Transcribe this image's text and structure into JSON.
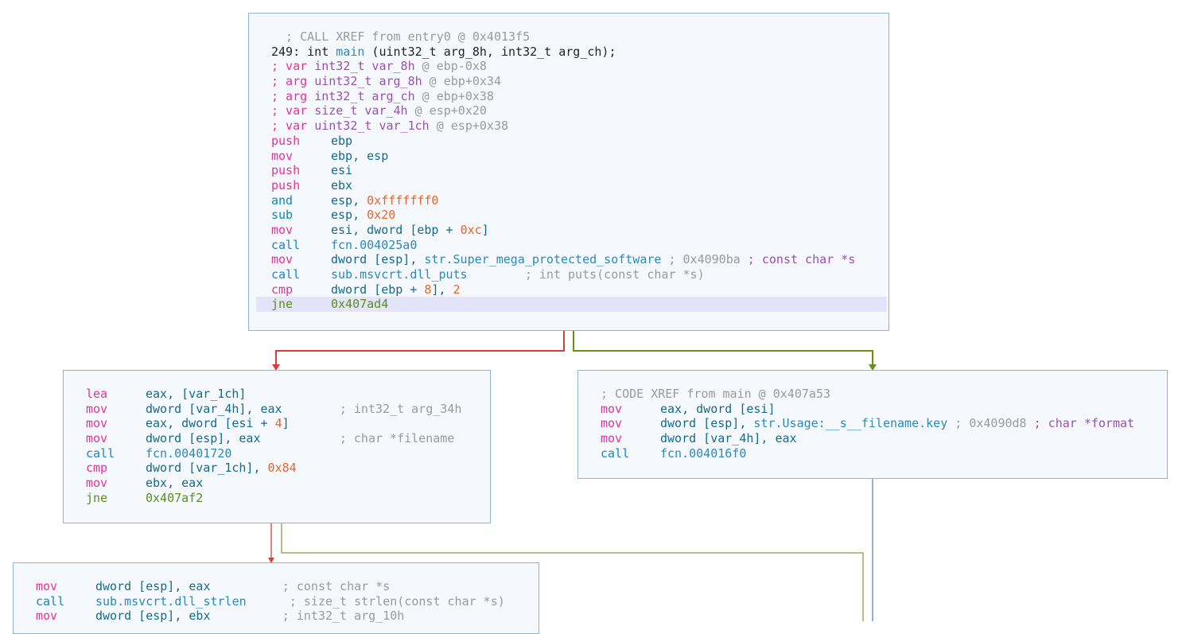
{
  "colors": {
    "edge_false": "#e03a3a",
    "edge_true": "#6a8f16",
    "edge_jump": "#5a8a18",
    "edge_uncond": "#2b6a90",
    "selection": "#e3e3fa",
    "node_bg": "#f5f9fd",
    "node_border": "#90b4d0"
  },
  "node_main": {
    "xref": "  ; CALL XREF from entry0 @ 0x4013f5",
    "signature_prefix": "249: int ",
    "signature_name": "main",
    "signature_args": " (uint32_t arg_8h, int32_t arg_ch);",
    "vars": [
      {
        "kind": "; var ",
        "type": "int32_t",
        "name": " var_8h",
        "loc": " @ ebp-0x8"
      },
      {
        "kind": "; arg ",
        "type": "uint32_t",
        "name": " arg_8h",
        "loc": " @ ebp+0x34"
      },
      {
        "kind": "; arg ",
        "type": "int32_t",
        "name": " arg_ch",
        "loc": " @ ebp+0x38"
      },
      {
        "kind": "; var ",
        "type": "size_t",
        "name": " var_4h",
        "loc": " @ esp+0x20"
      },
      {
        "kind": "; var ",
        "type": "uint32_t",
        "name": " var_1ch",
        "loc": " @ esp+0x38"
      }
    ],
    "ins": [
      {
        "m": "push",
        "a": "ebp"
      },
      {
        "m": "mov",
        "a": "ebp, esp"
      },
      {
        "m": "push",
        "a": "esi"
      },
      {
        "m": "push",
        "a": "ebx"
      },
      {
        "m": "and",
        "a": "esp, ",
        "n": "0xfffffff0"
      },
      {
        "m": "sub",
        "a": "esp, ",
        "n": "0x20"
      },
      {
        "m": "mov",
        "a": "esi, dword [ebp + ",
        "n": "0xc",
        "a2": "]"
      },
      {
        "m": "call",
        "a": "fcn.004025a0"
      },
      {
        "m": "mov",
        "a": "dword [esp], ",
        "s": "str.Super_mega_protected_software",
        "c": " ; 0x4090ba ",
        "t": "; const char *s"
      },
      {
        "m": "call",
        "a": "sub.msvcrt.dll_puts",
        "c": "        ; int puts(const char *s)"
      },
      {
        "m": "cmp",
        "a": "dword [ebp + ",
        "n": "8",
        "a2": "], ",
        "n2": "2"
      },
      {
        "m": "jne",
        "a": "0x407ad4"
      }
    ]
  },
  "node_left": {
    "ins": [
      {
        "m": "lea",
        "a": "eax, [var_1ch]"
      },
      {
        "m": "mov",
        "a": "dword [var_4h], eax",
        "c": "        ; int32_t arg_34h"
      },
      {
        "m": "mov",
        "a": "eax, dword [esi + ",
        "n": "4",
        "a2": "]"
      },
      {
        "m": "mov",
        "a": "dword [esp], eax",
        "c": "           ; char *filename"
      },
      {
        "m": "call",
        "a": "fcn.00401720"
      },
      {
        "m": "cmp",
        "a": "dword [var_1ch], ",
        "n": "0x84"
      },
      {
        "m": "mov",
        "a": "ebx, eax"
      },
      {
        "m": "jne",
        "a": "0x407af2"
      }
    ]
  },
  "node_right": {
    "xref": "; CODE XREF from main @ 0x407a53",
    "ins": [
      {
        "m": "mov",
        "a": "eax, dword [esi]"
      },
      {
        "m": "mov",
        "a": "dword [esp], ",
        "s": "str.Usage:__s__filename.key",
        "c": " ; 0x4090d8 ",
        "t": "; char *format"
      },
      {
        "m": "mov",
        "a": "dword [var_4h], eax"
      },
      {
        "m": "call",
        "a": "fcn.004016f0"
      }
    ]
  },
  "node_bottom": {
    "ins": [
      {
        "m": "mov",
        "a": "dword [esp], eax",
        "c": "          ; const char *s"
      },
      {
        "m": "call",
        "a": "sub.msvcrt.dll_strlen",
        "c": "      ; size_t strlen(const char *s)"
      },
      {
        "m": "mov",
        "a": "dword [esp], ebx",
        "c": "          ; int32_t arg_10h"
      }
    ]
  }
}
